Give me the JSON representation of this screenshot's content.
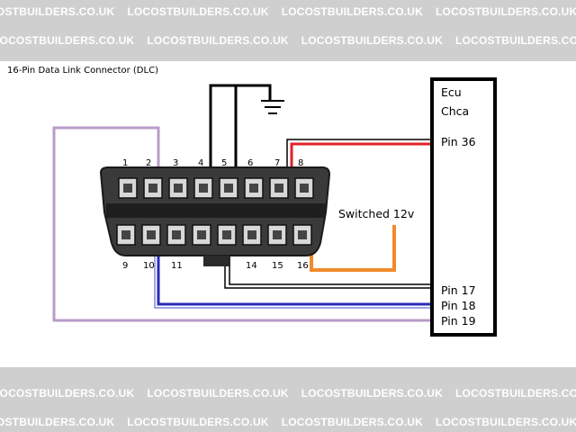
{
  "watermark": {
    "text": "LOCOSTBUILDERS.CO.UK",
    "brand": "LOCOSTBUILDERS.CO.UK"
  },
  "diagram": {
    "title": "16-Pin Data Link Connector (DLC)",
    "ecu_label_line1": "Ecu",
    "ecu_label_line2": "Chca",
    "switched_label": "Switched 12v",
    "ecu_pins": [
      "Pin 36",
      "Pin 17",
      "Pin 18",
      "Pin 19"
    ],
    "connector_pins_top": [
      "1",
      "2",
      "3",
      "4",
      "5",
      "6",
      "7",
      "8"
    ],
    "connector_pins_bottom": [
      "9",
      "10",
      "11",
      "14",
      "15",
      "16"
    ],
    "colors": {
      "red": "#e0202a",
      "orange": "#f28a2c",
      "blue": "#2a2ab8",
      "violet": "#b89cc8",
      "black": "#000000",
      "band": "#cfcfcf"
    }
  }
}
